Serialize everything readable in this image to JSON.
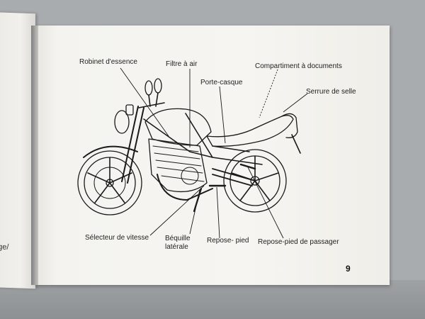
{
  "left_page": {
    "partial_text": "ssage/"
  },
  "labels": {
    "fuel_valve": "Robinet d'essence",
    "air_filter": "Filtre à air",
    "document_compartment": "Compartiment à documents",
    "helmet_holder": "Porte-casque",
    "seat_lock": "Serrure de selle",
    "gear_shift": "Sélecteur de vitesse",
    "side_stand_line1": "Béquille",
    "side_stand_line2": "latérale",
    "footpeg": "Repose- pied",
    "passenger_footpeg": "Repose-pied de passager"
  },
  "page_number": "9"
}
